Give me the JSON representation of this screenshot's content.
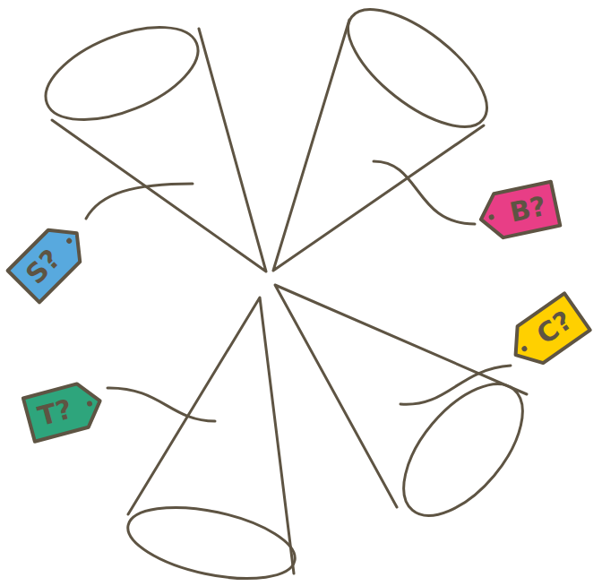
{
  "diagram": {
    "nodes": [
      {
        "text": [
          "S?"
        ]
      },
      {
        "text": [
          "B?"
        ]
      },
      {
        "text": [
          "T?"
        ]
      },
      {
        "text": [
          "C?"
        ]
      }
    ]
  }
}
